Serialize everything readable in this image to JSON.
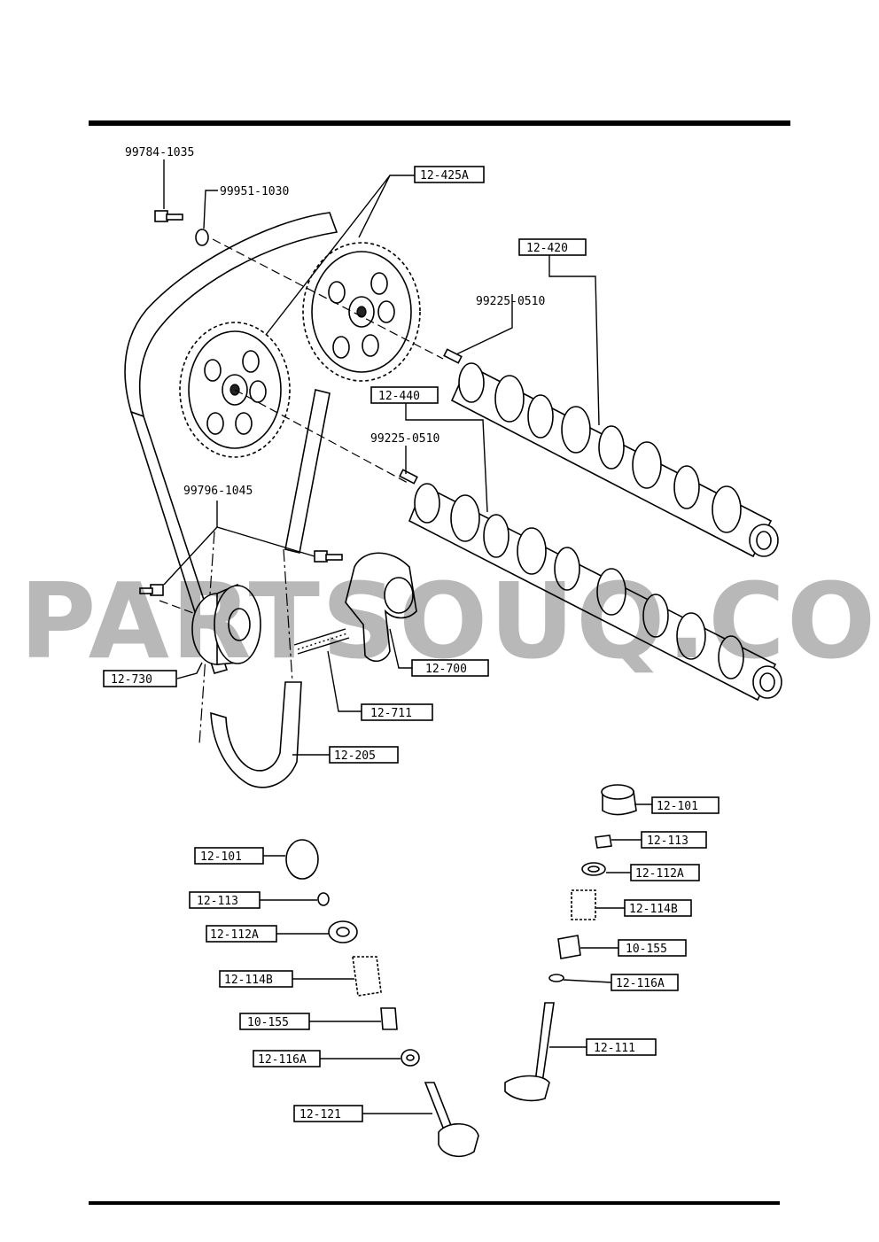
{
  "watermark": "PARTSOUQ.COM",
  "labels": {
    "l_99784": "99784-1035",
    "l_99951": "99951-1030",
    "l_425A": "12-425A",
    "l_420": "12-420",
    "l_99225a": "99225-0510",
    "l_440": "12-440",
    "l_99225b": "99225-0510",
    "l_99796": "99796-1045",
    "l_730": "12-730",
    "l_700": "12-700",
    "l_711": "12-711",
    "l_205": "12-205",
    "r_101": "12-101",
    "r_113": "12-113",
    "r_112A": "12-112A",
    "r_114B": "12-114B",
    "r_10155": "10-155",
    "r_116A": "12-116A",
    "r_111": "12-111",
    "f_101": "12-101",
    "f_113": "12-113",
    "f_112A": "12-112A",
    "f_114B": "12-114B",
    "f_10155": "10-155",
    "f_116A": "12-116A",
    "f_121": "12-121"
  }
}
